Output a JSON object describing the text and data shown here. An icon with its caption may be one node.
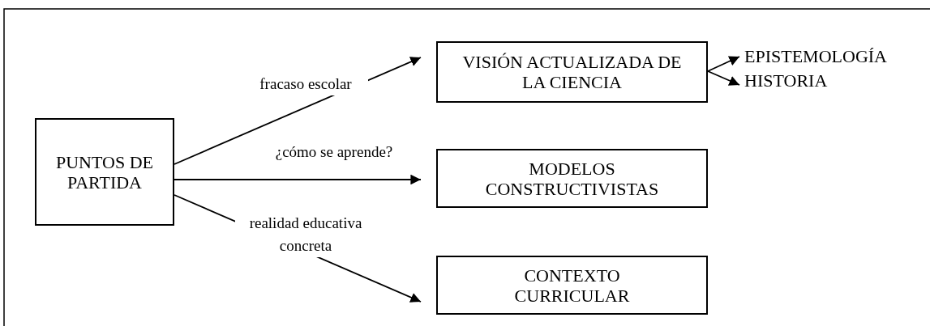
{
  "diagram": {
    "nodes": [
      {
        "text": [
          "PUNTOS DE PARTIDA"
        ]
      },
      {
        "text": [
          "VISIÓN ACTUALIZADA DE LA CIENCIA"
        ]
      },
      {
        "text": [
          "MODELOS CONSTRUCTIVISTAS"
        ]
      },
      {
        "text": [
          "CONTEXTO CURRICULAR"
        ]
      },
      {
        "text": [
          "EPISTEMOLOGÍA"
        ]
      },
      {
        "text": [
          "HISTORIA"
        ]
      }
    ],
    "edges": [
      {
        "from": 0,
        "to": 1,
        "arrow": "to",
        "label": "fracaso escolar"
      },
      {
        "from": 0,
        "to": 2,
        "arrow": "to",
        "label": "¿cómo se aprende?"
      },
      {
        "from": 0,
        "to": 3,
        "arrow": "to",
        "label": "realidad educativa concreta"
      },
      {
        "from": 1,
        "to": 4,
        "arrow": "to"
      },
      {
        "from": 1,
        "to": 5,
        "arrow": "to"
      }
    ]
  }
}
